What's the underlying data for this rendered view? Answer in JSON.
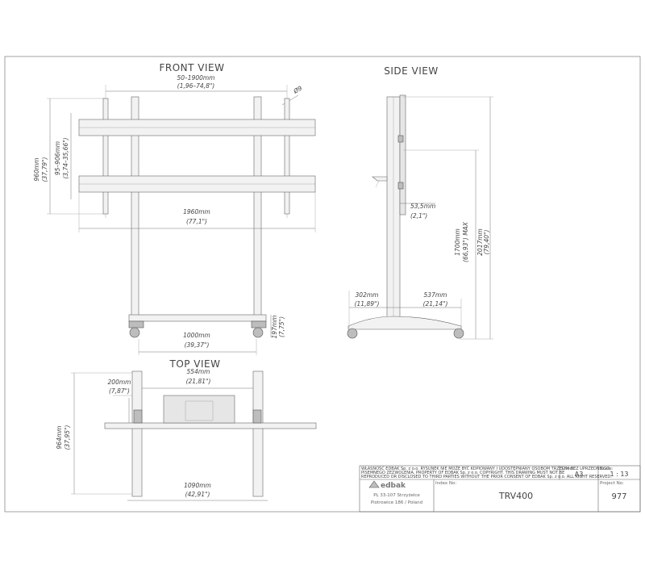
{
  "views": {
    "front": "FRONT VIEW",
    "side": "SIDE VIEW",
    "top": "TOP VIEW"
  },
  "dimensions": {
    "front_width_range_mm": "50–1900mm",
    "front_width_range_in": "(1,96–74,8\")",
    "front_diameter": "Ø9",
    "front_height_mm": "960mm",
    "front_height_in": "(37,79\")",
    "front_adjust_mm": "95–906mm",
    "front_adjust_in": "(3,74–35,66\")",
    "front_bar_mm": "1960mm",
    "front_bar_in": "(77,1\")",
    "front_base_mm": "1000mm",
    "front_base_in": "(39,37\")",
    "front_foot_mm": "197mm",
    "front_foot_in": "(7,75\")",
    "side_depth_mm": "53,5mm",
    "side_depth_in": "(2,1\")",
    "side_max_mm": "1700mm",
    "side_max_in": "(66,93\") MAX",
    "side_total_mm": "2017mm",
    "side_total_in": "(79,40\")",
    "side_front_mm": "302mm",
    "side_front_in": "(11,89\")",
    "side_rear_mm": "537mm",
    "side_rear_in": "(21,14\")",
    "top_width_mm": "554mm",
    "top_width_in": "(21,81\")",
    "top_offset_mm": "200mm",
    "top_offset_in": "(7,87\")",
    "top_depth_mm": "964mm",
    "top_depth_in": "(37,95\")",
    "top_base_mm": "1090mm",
    "top_base_in": "(42,91\")"
  },
  "title_block": {
    "notice_line1": "WŁASNOŚĆ EDBAK Sp. z o.o. RYSUNEK NIE MOŻE BYĆ KOPIOWANY I UDOSTĘPNIANY OSOBOM TRZECIM BEZ UPRZEDNIEGO,",
    "notice_line2": "PISEMNEGO ZEZWOLENIA. PROPERTY OF EDBAK Sp. z o.o. COPYRIGHT. THIS DRAWING MUST NOT BE",
    "notice_line3": "REPRODUCED OR DISCLOSED TO THIRD PARTIES WITHOUT THE PRIOR CONSENT OF EDBAK Sp. z o.o. ALL RIGHT RESERVED.",
    "sheet_label": "Sheet:",
    "sheet_value": "A3",
    "scale_label": "Scale:",
    "scale_value": "1 : 13",
    "index_label": "Index No:",
    "index_value": "TRV400",
    "project_label": "Project No:",
    "project_value": "977",
    "company": "edbak",
    "address1": "PL 33-107 Strzyżelce",
    "address2": "Piotrowice 186 / Poland"
  }
}
